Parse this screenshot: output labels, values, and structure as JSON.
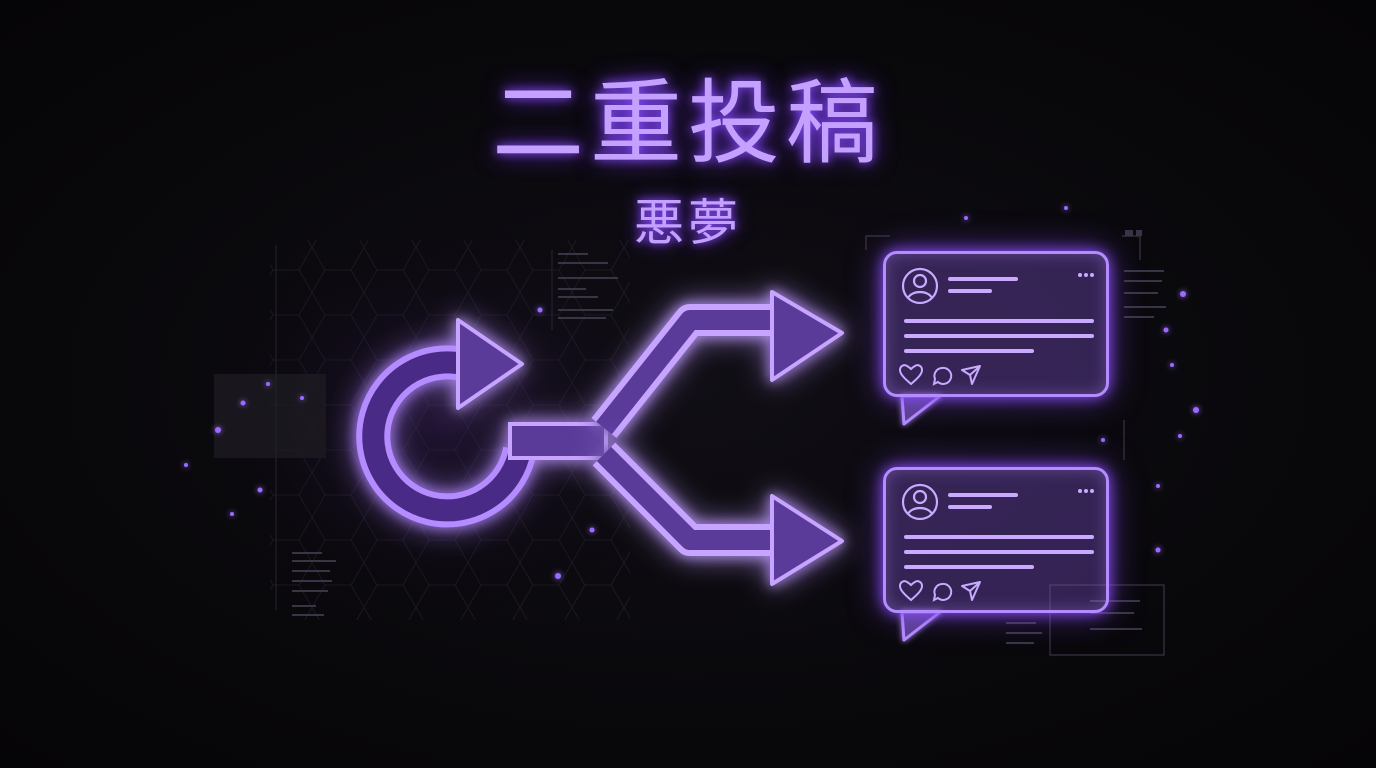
{
  "title": "二重投稿",
  "subtitle": "悪夢",
  "accent_color": "#b58cff",
  "glow_color": "#8a4dff",
  "background_color": "#09080b",
  "post_cards": [
    {
      "name": "post-card-top",
      "icons": [
        "avatar-icon",
        "more-dots-icon",
        "heart-icon",
        "comment-icon",
        "send-icon"
      ]
    },
    {
      "name": "post-card-bottom",
      "icons": [
        "avatar-icon",
        "more-dots-icon",
        "heart-icon",
        "comment-icon",
        "send-icon"
      ]
    }
  ],
  "graphic_icons": [
    "repost-loop-arrow-icon",
    "split-arrow-up-icon",
    "split-arrow-down-icon"
  ]
}
